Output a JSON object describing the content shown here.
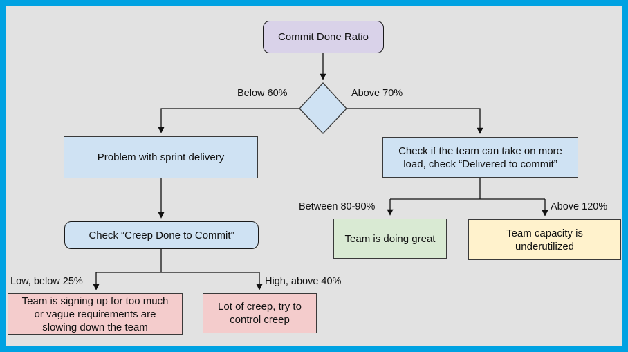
{
  "diagram": {
    "title": "Commit Done Ratio decision flowchart",
    "nodes": {
      "start": {
        "label": "Commit Done Ratio",
        "fill": "#d9d2e9",
        "shape": "rounded-rectangle"
      },
      "decision": {
        "label": "",
        "fill": "#cfe2f3",
        "shape": "diamond"
      },
      "problem": {
        "label": "Problem with sprint delivery",
        "fill": "#cfe2f3",
        "shape": "rectangle"
      },
      "check_load": {
        "label": [
          "Check if the team can take on more",
          "load, check “Delivered to commit”"
        ],
        "fill": "#cfe2f3",
        "shape": "rectangle"
      },
      "check_creep": {
        "label": "Check “Creep Done to Commit”",
        "fill": "#cfe2f3",
        "shape": "rounded-rectangle"
      },
      "too_much": {
        "label": [
          "Team is signing up for too much",
          "or vague requirements are",
          "slowing down the team"
        ],
        "fill": "#f4cccc",
        "shape": "rectangle"
      },
      "creep_control": {
        "label": [
          "Lot of creep, try to",
          "control creep"
        ],
        "fill": "#f4cccc",
        "shape": "rectangle"
      },
      "doing_great": {
        "label": "Team is doing great",
        "fill": "#d9ead3",
        "shape": "rectangle"
      },
      "underutilized": {
        "label": [
          "Team capacity is",
          "underutilized"
        ],
        "fill": "#fff2cc",
        "shape": "rectangle"
      }
    },
    "edge_labels": {
      "below_60": "Below 60%",
      "above_70": "Above 70%",
      "between_80_90": "Between 80-90%",
      "above_120": "Above 120%",
      "low_below_25": "Low, below 25%",
      "high_above_40": "High, above 40%"
    },
    "colors": {
      "canvas_border": "#00a2e2",
      "background": "#e2e2e2",
      "node_purple": "#d9d2e9",
      "node_blue": "#cfe2f3",
      "node_pink": "#f4cccc",
      "node_green": "#d9ead3",
      "node_yellow": "#fff2cc",
      "line": "#111111"
    }
  }
}
